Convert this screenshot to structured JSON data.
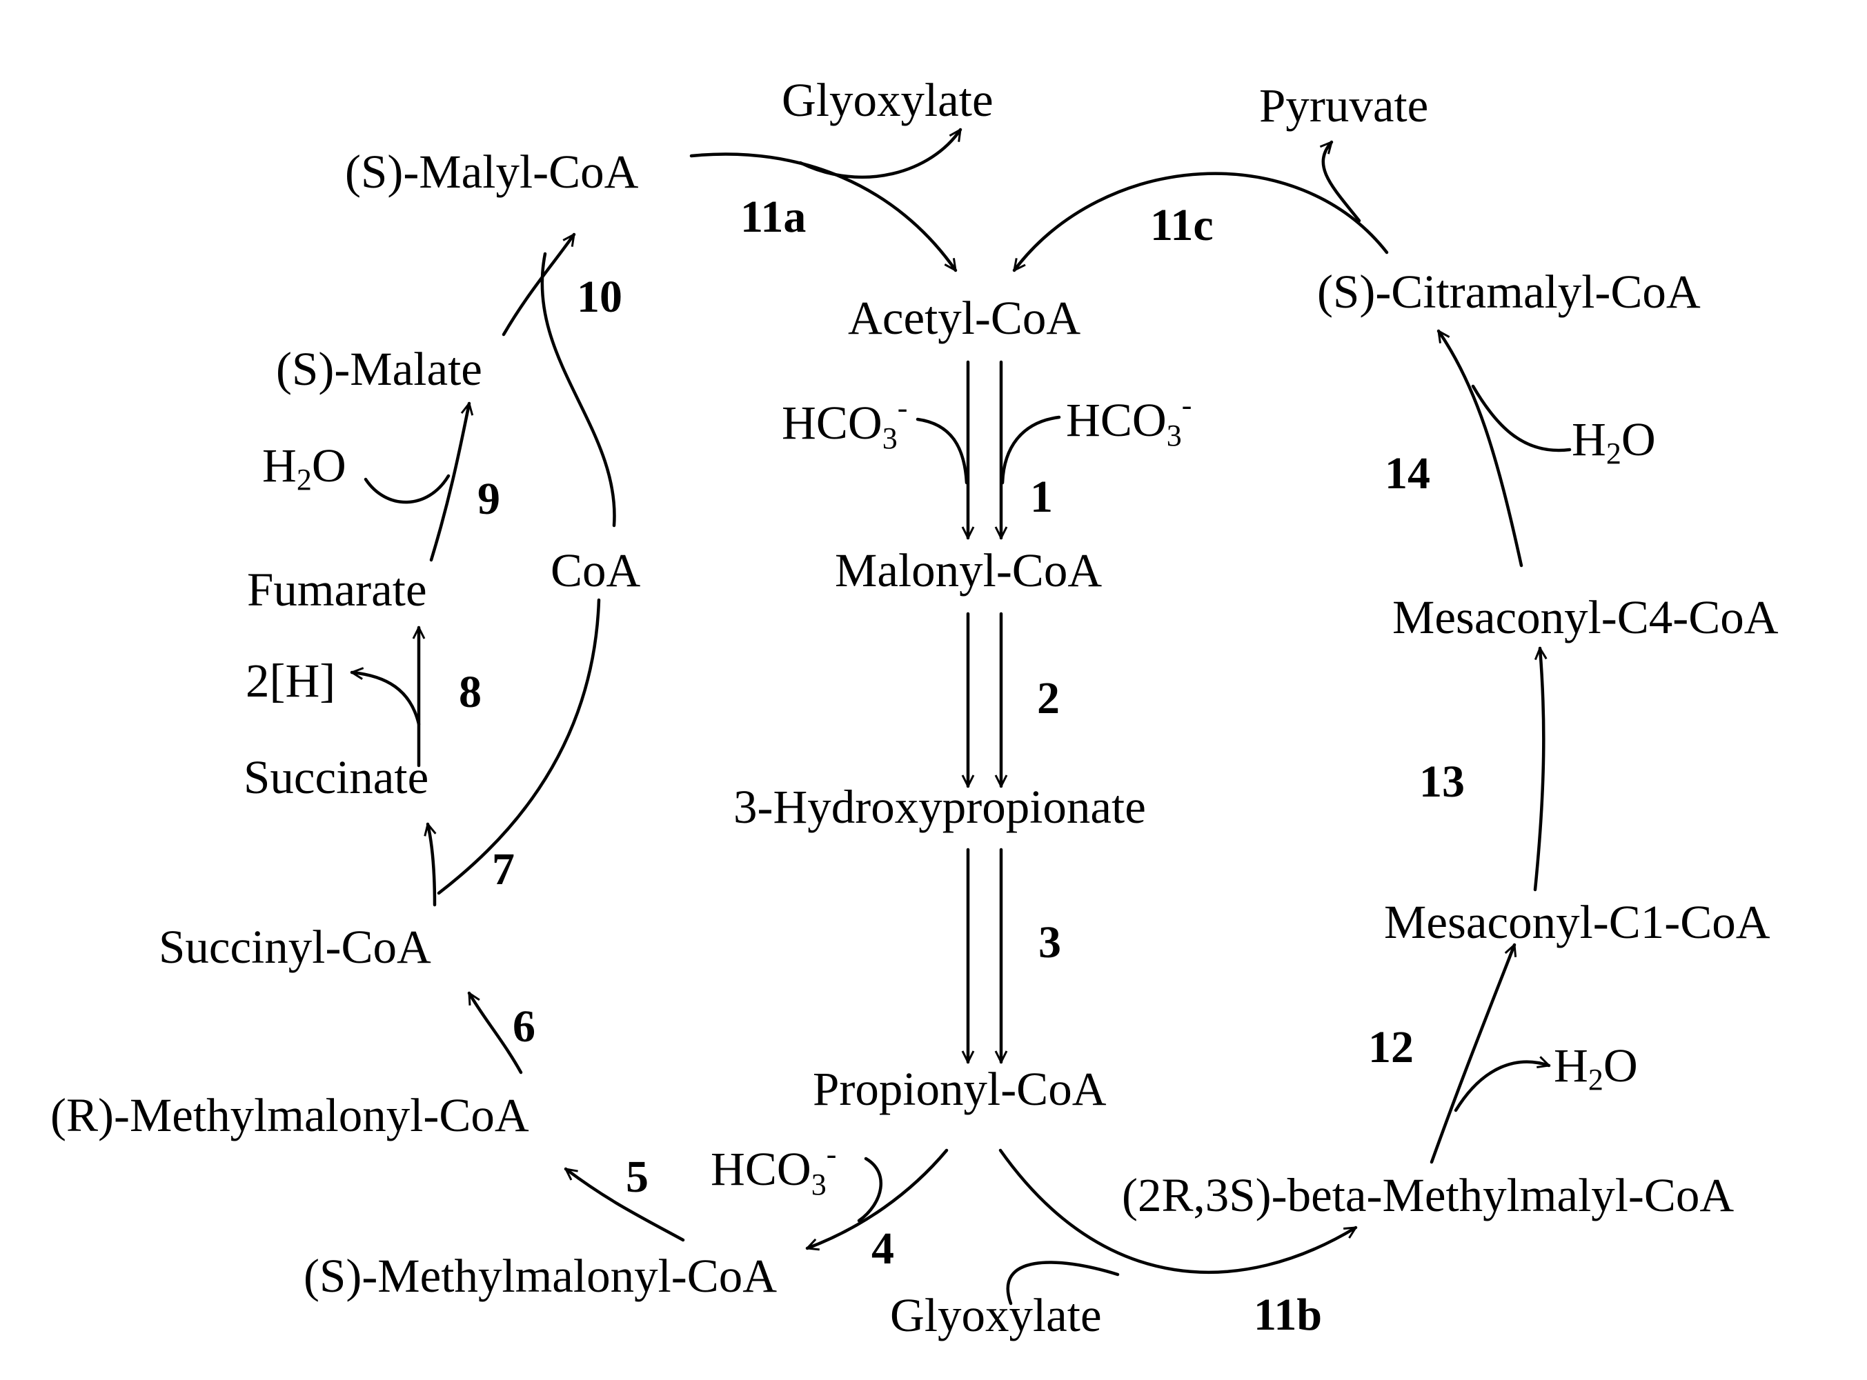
{
  "metabolites": {
    "malyl_coa": "(S)-Malyl-CoA",
    "glyoxylate_top": "Glyoxylate",
    "pyruvate": "Pyruvate",
    "acetyl_coa": "Acetyl-CoA",
    "citramalyl_coa": "(S)-Citramalyl-CoA",
    "malate": "(S)-Malate",
    "malonyl_coa": "Malonyl-CoA",
    "fumarate": "Fumarate",
    "coa": "CoA",
    "mesaconyl_c4_coa": "Mesaconyl-C4-CoA",
    "h_2": "2[H]",
    "succinate": "Succinate",
    "hydroxypropionate": "3-Hydroxypropionate",
    "succinyl_coa": "Succinyl-CoA",
    "mesaconyl_c1_coa": "Mesaconyl-C1-CoA",
    "propionyl_coa": "Propionyl-CoA",
    "r_methylmalonyl_coa": "(R)-Methylmalonyl-CoA",
    "beta_methylmalyl_coa": "(2R,3S)-beta-Methylmalyl-CoA",
    "s_methylmalonyl_coa": "(S)-Methylmalonyl-CoA",
    "glyoxylate_bottom": "Glyoxylate"
  },
  "cosubstrates": {
    "bicarbonate": {
      "base": "HCO",
      "sub": "3",
      "sup": "-"
    },
    "water": {
      "base": "H",
      "sub": "2",
      "tail": "O"
    }
  },
  "steps": [
    "1",
    "2",
    "3",
    "4",
    "5",
    "6",
    "7",
    "8",
    "9",
    "10",
    "11a",
    "11b",
    "11c",
    "12",
    "13",
    "14"
  ]
}
